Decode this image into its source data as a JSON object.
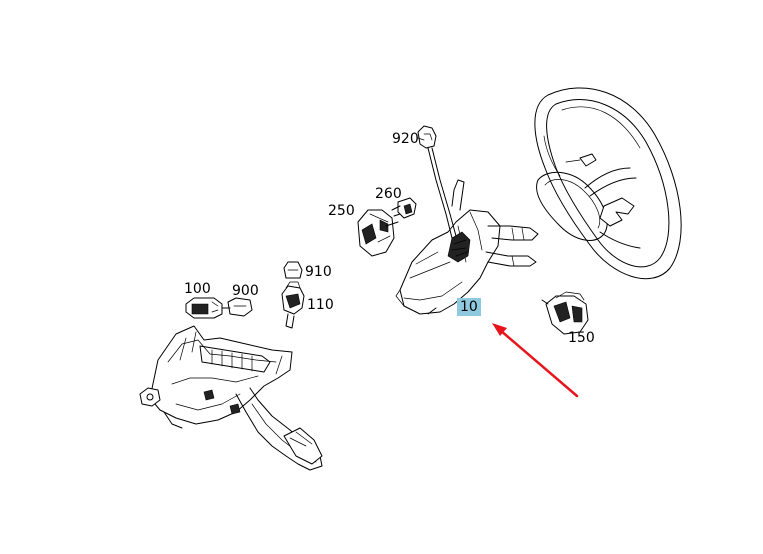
{
  "labels": {
    "p920": "920",
    "p260": "260",
    "p250": "250",
    "p910": "910",
    "p110": "110",
    "p100": "100",
    "p900": "900",
    "p10": "10",
    "p150": "150"
  },
  "colors": {
    "highlight": "#8fc9df",
    "arrow": "#e8141b",
    "line": "#000000"
  },
  "highlighted_part": "10"
}
